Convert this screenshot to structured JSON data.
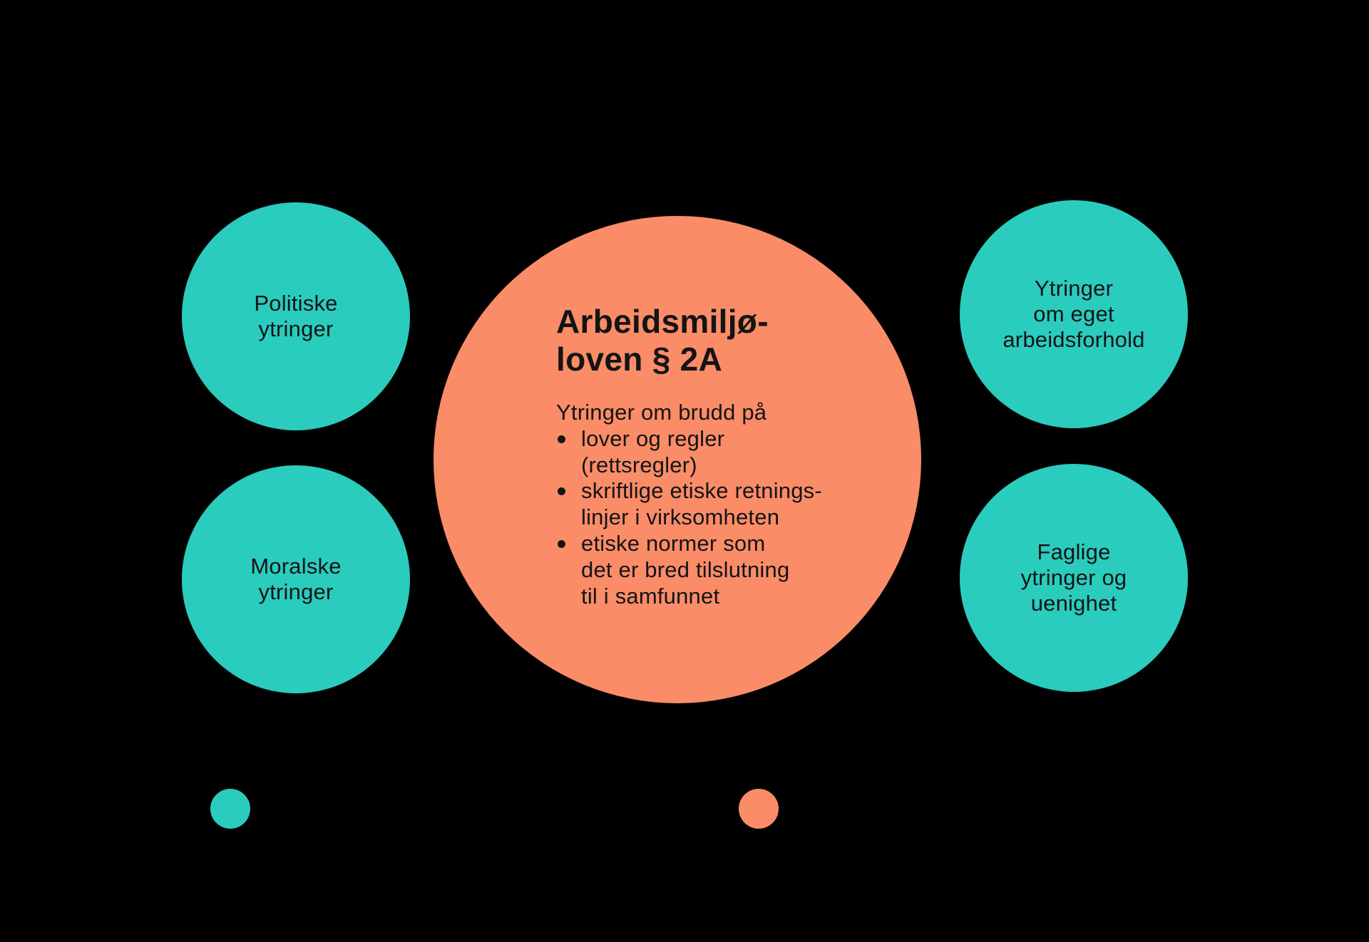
{
  "colors": {
    "background": "#000000",
    "teal": "#2accbe",
    "orange": "#fa8c68",
    "text": "#141414"
  },
  "main_circle": {
    "title": "Arbeidsmiljø-\nloven § 2A",
    "intro": "Ytringer om brudd på",
    "bullets": [
      "lover og regler\n(rettsregler)",
      "skriftlige etiske retnings-\nlinjer i virksomheten",
      "etiske normer som\ndet er bred tilslutning\ntil i samfunnet"
    ]
  },
  "satellite_circles": [
    {
      "key": "politiske",
      "label": "Politiske\nytringer"
    },
    {
      "key": "moralske",
      "label": "Moralske\nytringer"
    },
    {
      "key": "eget_arbeidsforhold",
      "label": "Ytringer\nom eget\narbeidsforhold"
    },
    {
      "key": "faglige",
      "label": "Faglige\nytringer og\nuenighet"
    }
  ],
  "legend": {
    "dots": [
      {
        "name": "teal-dot",
        "color": "#2accbe"
      },
      {
        "name": "orange-dot",
        "color": "#fa8c68"
      }
    ]
  }
}
